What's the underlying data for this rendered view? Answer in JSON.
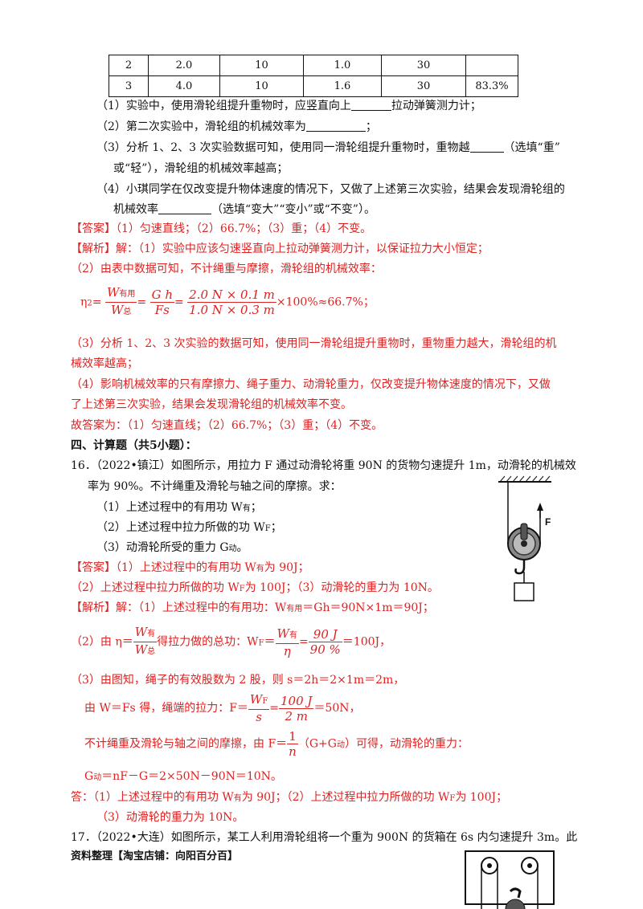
{
  "table": {
    "rows": [
      [
        "2",
        "2.0",
        "10",
        "1.0",
        "30",
        ""
      ],
      [
        "3",
        "4.0",
        "10",
        "1.6",
        "30",
        "83.3%"
      ]
    ]
  },
  "q15": {
    "sub1_a": "（1）实验中，使用滑轮组提升重物时，应竖直向上",
    "sub1_b": "拉动弹簧测力计；",
    "sub2_a": "（2）第二次实验中，滑轮组的机械效率为",
    "sub2_b": "；",
    "sub3_a": "（3）分析 1、2、3 次实验数据可知，使用同一滑轮组提升重物时，重物越",
    "sub3_b": "（选填“重”",
    "sub3_c": "或“轻”），滑轮组的机械效率越高；",
    "sub4_a": "（4）小琪同学在仅改变提升物体速度的情况下，又做了上述第三次实验，结果会发现滑轮组的",
    "sub4_b": "机械效率",
    "sub4_c": "（选填“变大”“变小”或“不变”）。",
    "answer_tag": "【答案】",
    "answer": "（1）匀速直线；（2）66.7%；（3）重；（4）不变。",
    "analysis_tag": "【解析】",
    "analysis1": "解：（1）实验中应该匀速竖直向上拉动弹簧测力计，以保证拉力大小恒定；",
    "analysis2": "（2）由表中数据可知，不计绳重与摩擦，滑轮组的机械效率：",
    "eta_label": "η",
    "eta_sub": "2",
    "f_w_you": "W",
    "f_w_you_sub": "有用",
    "f_w_zong": "W",
    "f_w_zong_sub": "总",
    "f_gh": "G h",
    "f_fs": "Fs",
    "f_num": "2.0 N × 0.1 m",
    "f_den": "1.0 N × 0.3 m",
    "f_result": "×100%≈66.7%；",
    "analysis3a": "（3）分析 1、2、3 次实验的数据可知，使用同一滑轮组提升重物时，重物重力越大，滑轮组的机",
    "analysis3b": "械效率越高；",
    "analysis4a": "（4）影响机械效率的只有摩擦力、绳子重力、动滑轮重力，仅改变提升物体速度的情况下，又做",
    "analysis4b": "了上述第三次实验，结果会发现滑轮组的机械效率不变。",
    "conclusion": "故答案为：（1）匀速直线；（2）66.7%；（3）重；（4）不变。"
  },
  "section4": "四、计算题（共5小题）：",
  "q16": {
    "line1": "16．（2022•镇江）如图所示，用拉力 F 通过动滑轮将重 90N 的货物匀速提升 1m，动滑轮的机械效",
    "line2": "率为 90%。不计绳重及滑轮与轴之间的摩擦。求：",
    "ask1": "（1）上述过程中的有用功 W",
    "ask1_sub": "有",
    "ask1_end": "；",
    "ask2": "（2）上述过程中拉力所做的功 W",
    "ask2_sub": "F",
    "ask2_end": "；",
    "ask3": "（3）动滑轮所受的重力 G",
    "ask3_sub": "动",
    "ask3_end": "。",
    "fig_label": "F",
    "answer_tag": "【答案】",
    "ans1": "（1）上述过程中的有用功 W",
    "ans1_sub": "有",
    "ans1_end": "为 90J；",
    "ans2": "（2）上述过程中拉力所做的功 W",
    "ans2_sub": "F",
    "ans2_end": "为 100J；（3）动滑轮的重力为 10N。",
    "analysis_tag": "【解析】",
    "an1": "解：（1）上述过程中的有用功：W",
    "an1_sub": "有用",
    "an1_end": "＝Gh＝90N×1m＝90J；",
    "an2_a": "（2）由 η＝",
    "an2_num": "W",
    "an2_num_sub": "有",
    "an2_den": "W",
    "an2_den_sub": "总",
    "an2_b": "得拉力做的总功：W",
    "an2_b_sub": "F",
    "an2_c": "＝",
    "an2_f2_num": "W",
    "an2_f2_num_sub": "有",
    "an2_f2_den": "η",
    "an2_f3_num": "90 J",
    "an2_f3_den": "90 %",
    "an2_end": "＝100J，",
    "an3": "（3）由图知，绳子的有效股数为 2 股，则 s＝2h＝2×1m＝2m，",
    "an3b_a": "由 W＝Fs 得，绳端的拉力：F＝",
    "an3b_num": "W",
    "an3b_num_sub": "F",
    "an3b_den": "s",
    "an3b_f2_num": "100 J",
    "an3b_f2_den": "2 m",
    "an3b_end": "＝50N，",
    "an4_a": "不计绳重及滑轮与轴之间的摩擦，由 F＝",
    "an4_num": "1",
    "an4_den": "n",
    "an4_b": "（G+G",
    "an4_b_sub": "动",
    "an4_c": "）可得，动滑轮的重力：",
    "an5_a": "G",
    "an5_a_sub": "动",
    "an5_b": "＝nF－G＝2×50N－90N＝10N。",
    "final1_a": "答：（1）上述过程中的有用功 W",
    "final1_sub": "有",
    "final1_b": "为 90J；（2）上述过程中拉力所做的功 W",
    "final1_sub2": "F",
    "final1_c": "为 100J；",
    "final2": "（3）动滑轮的重力为 10N。"
  },
  "q17": {
    "line1": "17．（2022•大连）如图所示，某工人利用滑轮组将一个重为 900N 的货箱在 6s 内匀速提升 3m。此"
  },
  "footer": "资料整理【淘宝店铺：向阳百分百】"
}
